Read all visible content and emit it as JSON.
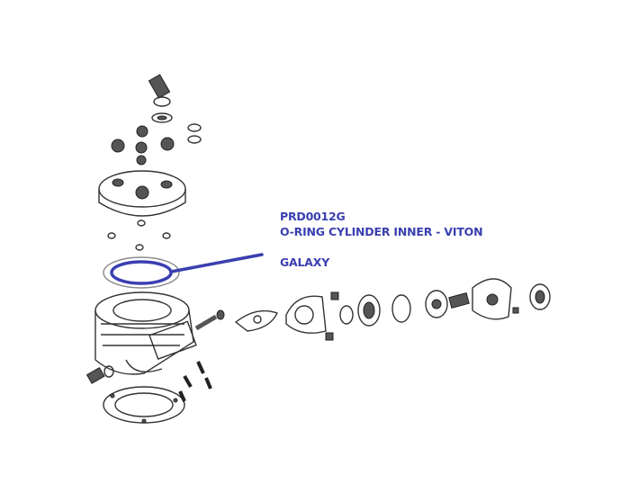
{
  "callout": {
    "part_number": "PRD0012G",
    "description": "O-RING CYLINDER INNER - VITON",
    "model": "GALAXY"
  },
  "colors": {
    "highlight": "#3a3fb0",
    "line": "#333333"
  },
  "icons": [
    "exploded-engine-diagram"
  ]
}
